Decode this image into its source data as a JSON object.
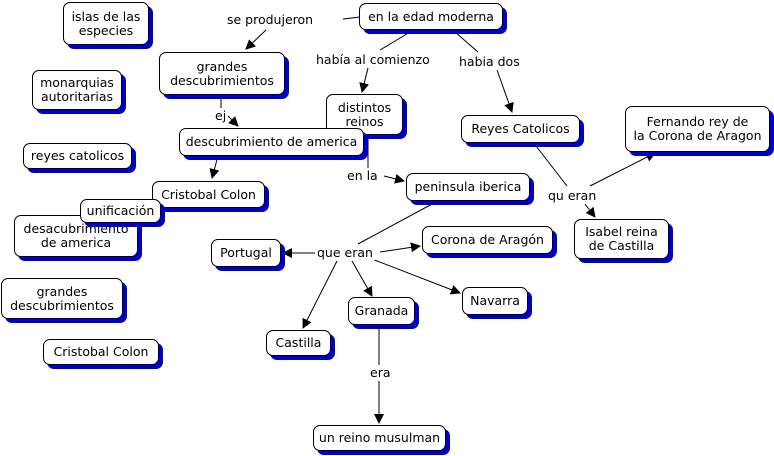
{
  "nodes": {
    "edad_moderna": "en la edad moderna",
    "grandes_desc": "grandes\ndescubrimientos",
    "distintos_reinos": "distintos\nreinos",
    "reyes_catolicos": "Reyes Catolicos",
    "fernando": "Fernando rey de\nla Corona de Aragon",
    "isabel": "Isabel reina\nde Castilla",
    "desc_america": "descubrimiento de america",
    "cristobal": "Cristobal Colon",
    "peninsula": "peninsula iberica",
    "unificacion": "unificación",
    "corona_aragon": "Corona de Aragón",
    "portugal": "Portugal",
    "castilla": "Castilla",
    "granada": "Granada",
    "navarra": "Navarra",
    "reino_musulman": "un reino musulman",
    "loose_islas": "islas de las\nespecies",
    "loose_monarquias": "monarquias\nautoritarias",
    "loose_reyes": "reyes catolicos",
    "loose_desc_america": "desacubrimiento\nde america",
    "loose_grandes": "grandes\ndescubrimientos",
    "loose_cristobal": "Cristobal Colon"
  },
  "labels": {
    "se_produjeron": "se produjeron",
    "habia_al_comienzo": "había al comienzo",
    "habia_dos": "habia dos",
    "ej": "ej",
    "en_la": "en la",
    "qu_eran": "qu eran",
    "que_eran": "que eran",
    "era": "era"
  },
  "colors": {
    "shadow": "#0000c8",
    "border": "#000000",
    "line": "#000000"
  }
}
